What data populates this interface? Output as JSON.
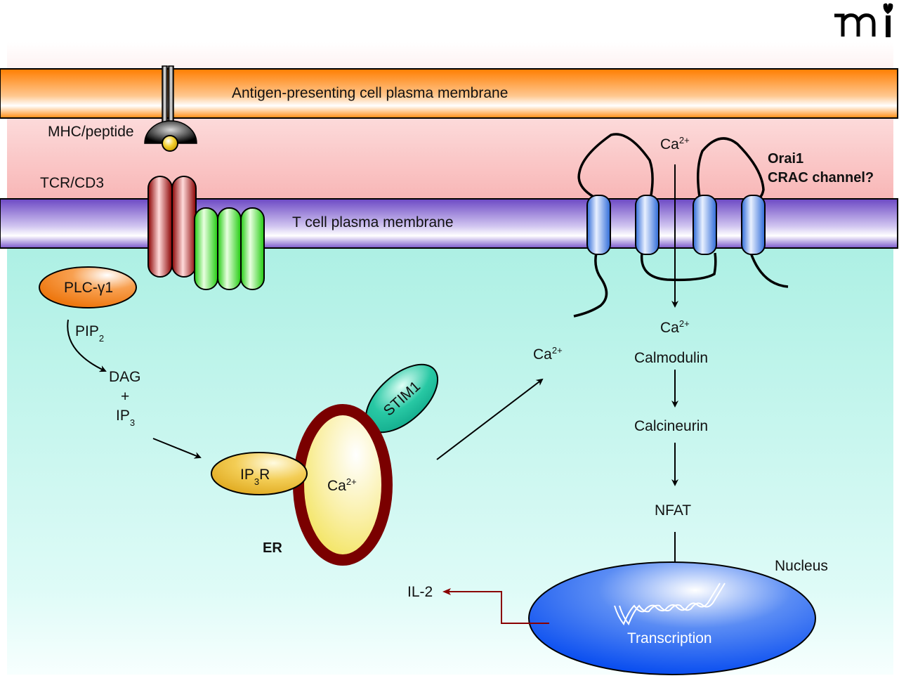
{
  "title": "TCR signaling, Ca2+ entry through Orai1 CRAC channel and NFAT-driven IL-2 transcription",
  "logo": {
    "text": "mi",
    "icon": "mi-logo-icon"
  },
  "membranes": {
    "apc": "Antigen-presenting cell plasma membrane",
    "tcell": "T cell plasma membrane"
  },
  "labels": {
    "mhc": "MHC/peptide",
    "tcr": "TCR/CD3",
    "plc": "PLC-γ1",
    "pip_base": "PIP",
    "pip_sub": "2",
    "dag": "DAG",
    "plus": "+",
    "ip3_base": "IP",
    "ip3_sub": "3",
    "ip3r_base": "IP",
    "ip3r_sub": "3",
    "ip3r_tail": "R",
    "stim1": "STIM1",
    "er": "ER",
    "ca_base": "Ca",
    "ca_sup": "2+",
    "orai_line1": "Orai1",
    "orai_line2": "CRAC channel?",
    "calmodulin": "Calmodulin",
    "calcineurin": "Calcineurin",
    "nfat": "NFAT",
    "nucleus": "Nucleus",
    "transcription": "Transcription",
    "il2": "IL-2"
  },
  "colors": {
    "apc_membrane": "#ff8a12",
    "tcell_membrane": "#7a55c8",
    "synapse_bg": "#f9c0c0",
    "cytoplasm_bg": "#b0f1e6",
    "tcr_red": "#a01010",
    "cd3_green": "#33dd22",
    "orai_blue": "#3a78e0",
    "plc_orange": "#f0801a",
    "ip3r_gold": "#e8b830",
    "stim1_teal": "#20c0a0",
    "er_rim": "#7a0000",
    "er_lumen": "#f6e870",
    "nucleus_blue": "#1a5cf0",
    "il2_arrow": "#8a0000"
  }
}
